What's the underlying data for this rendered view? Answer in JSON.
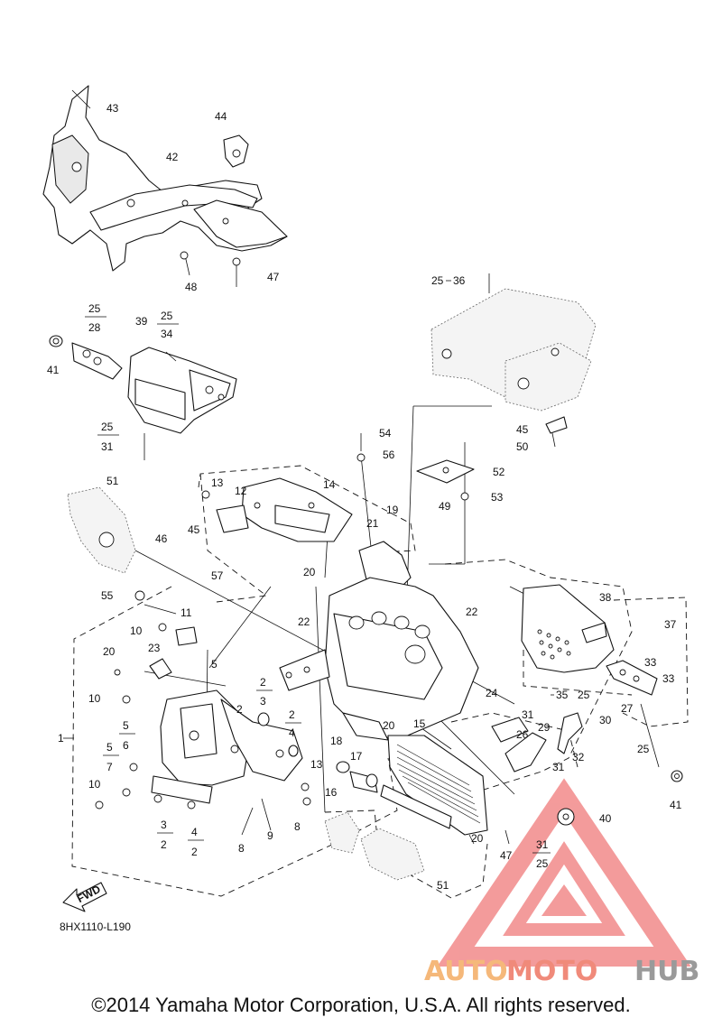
{
  "diagram": {
    "callouts": {
      "c1": "1",
      "c2a": "2",
      "c2b": "2",
      "c2c": "2",
      "c2d": "2",
      "c2e": "2",
      "c3a": "3",
      "c3b": "3",
      "c4a": "4",
      "c4b": "4",
      "c5a": "5",
      "c5b": "5",
      "c5c": "5",
      "c6": "6",
      "c7": "7",
      "c8a": "8",
      "c8b": "8",
      "c9": "9",
      "c10a": "10",
      "c10b": "10",
      "c10c": "10",
      "c11": "11",
      "c12": "12",
      "c13a": "13",
      "c13b": "13",
      "c14": "14",
      "c15": "15",
      "c16": "16",
      "c17": "17",
      "c18": "18",
      "c19": "19",
      "c20a": "20",
      "c20b": "20",
      "c20c": "20",
      "c20d": "20",
      "c21": "21",
      "c22a": "22",
      "c22b": "22",
      "c23": "23",
      "c24": "24",
      "c25a": "25",
      "c25b": "25",
      "c25c": "25",
      "c25d": "25",
      "c25e": "25",
      "c25f": "25",
      "c25g": "25",
      "c26": "26",
      "c27": "27",
      "c28": "28",
      "c29": "29",
      "c30": "30",
      "c31a": "31",
      "c31b": "31",
      "c31c": "31",
      "c31d": "31",
      "c32": "32",
      "c33a": "33",
      "c33b": "33",
      "c34": "34",
      "c35": "35",
      "c36": "36",
      "c37": "37",
      "c38": "38",
      "c39": "39",
      "c40": "40",
      "c41a": "41",
      "c41b": "41",
      "c42": "42",
      "c43": "43",
      "c44": "44",
      "c45a": "45",
      "c45b": "45",
      "c46": "46",
      "c47a": "47",
      "c47b": "47",
      "c48": "48",
      "c49": "49",
      "c50": "50",
      "c51a": "51",
      "c51b": "51",
      "c52": "52",
      "c53": "53",
      "c54": "54",
      "c55": "55",
      "c56": "56",
      "c57": "57"
    },
    "fwd_label": "FWD",
    "ref_code": "8HX1110-L190"
  },
  "watermark": {
    "word_a": "AUTO",
    "word_b": "MOTO",
    "word_c": "HUB",
    "color_a": "#f5b87a",
    "color_b": "#f08a7a",
    "color_c": "#9a9a9a",
    "logo_color": "#f07a7a"
  },
  "copyright": "©2014 Yamaha Motor Corporation, U.S.A. All rights reserved."
}
